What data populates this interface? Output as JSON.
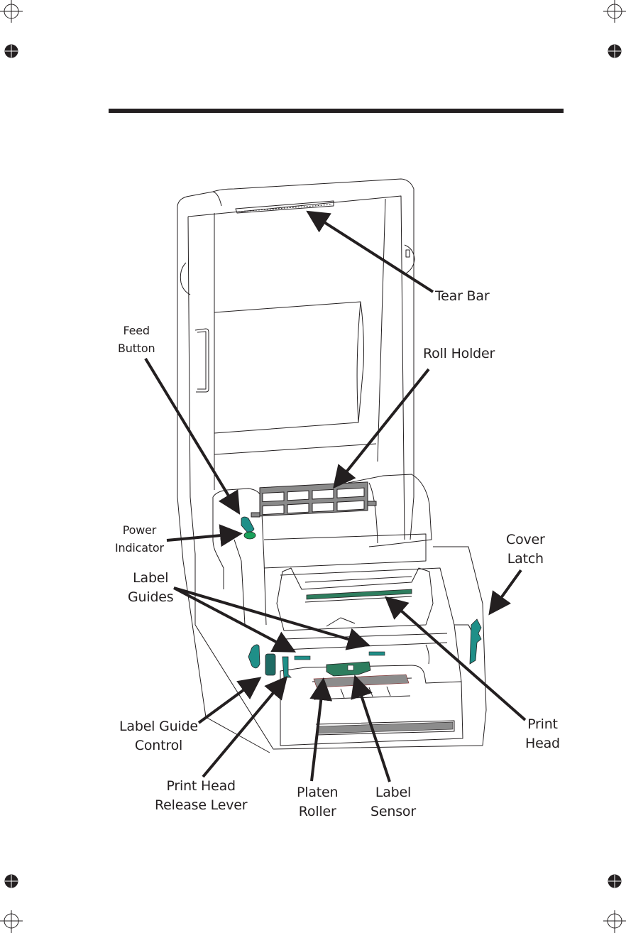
{
  "page": {
    "registration_marks": [
      "crosshair-top-left",
      "solid-target-left-upper",
      "crosshair-top-right",
      "solid-target-right-upper",
      "solid-target-left-lower",
      "crosshair-bottom-left",
      "solid-target-right-lower",
      "crosshair-bottom-right"
    ],
    "header_rule": true
  },
  "diagram": {
    "subject": "Label printer with cover open",
    "colors": {
      "line": "#231f20",
      "accent_teal": "#1f8f88",
      "accent_green": "#2e7d5e",
      "led_green": "#1aa05a",
      "platen_gray": "#8c8c8c",
      "roll_holder_gray": "#8a8a8a"
    },
    "callouts": [
      {
        "id": "tear-bar",
        "lines": [
          "Tear Bar"
        ]
      },
      {
        "id": "feed-button",
        "lines": [
          "Feed",
          "Button"
        ]
      },
      {
        "id": "roll-holder",
        "lines": [
          "Roll Holder"
        ]
      },
      {
        "id": "power-indicator",
        "lines": [
          "Power",
          "Indicator"
        ]
      },
      {
        "id": "cover-latch",
        "lines": [
          "Cover",
          "Latch"
        ]
      },
      {
        "id": "label-guides",
        "lines": [
          "Label",
          "Guides"
        ]
      },
      {
        "id": "label-guide-control",
        "lines": [
          "Label Guide",
          "Control"
        ]
      },
      {
        "id": "print-head",
        "lines": [
          "Print",
          "Head"
        ]
      },
      {
        "id": "print-head-release-lever",
        "lines": [
          "Print Head",
          "Release Lever"
        ]
      },
      {
        "id": "platen-roller",
        "lines": [
          "Platen",
          "Roller"
        ]
      },
      {
        "id": "label-sensor",
        "lines": [
          "Label",
          "Sensor"
        ]
      }
    ]
  }
}
